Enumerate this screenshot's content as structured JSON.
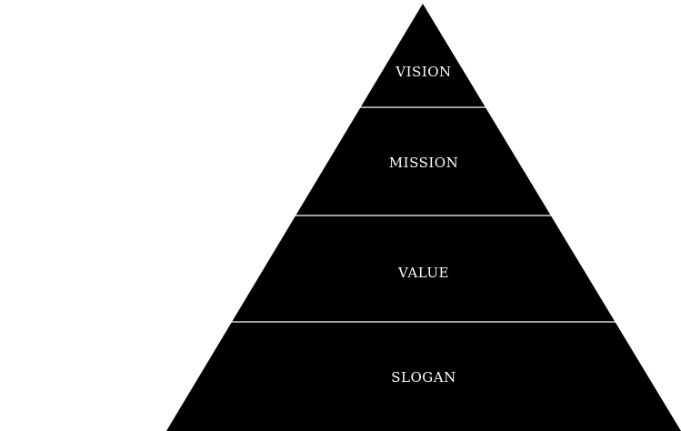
{
  "diagram": {
    "tiers": [
      {
        "label": "VISION"
      },
      {
        "label": "MISSION"
      },
      {
        "label": "VALUE"
      },
      {
        "label": "SLOGAN"
      }
    ]
  },
  "colors": {
    "fill": "#000000",
    "text": "#ffffff",
    "divider": "#ffffff",
    "background": "#ffffff"
  }
}
